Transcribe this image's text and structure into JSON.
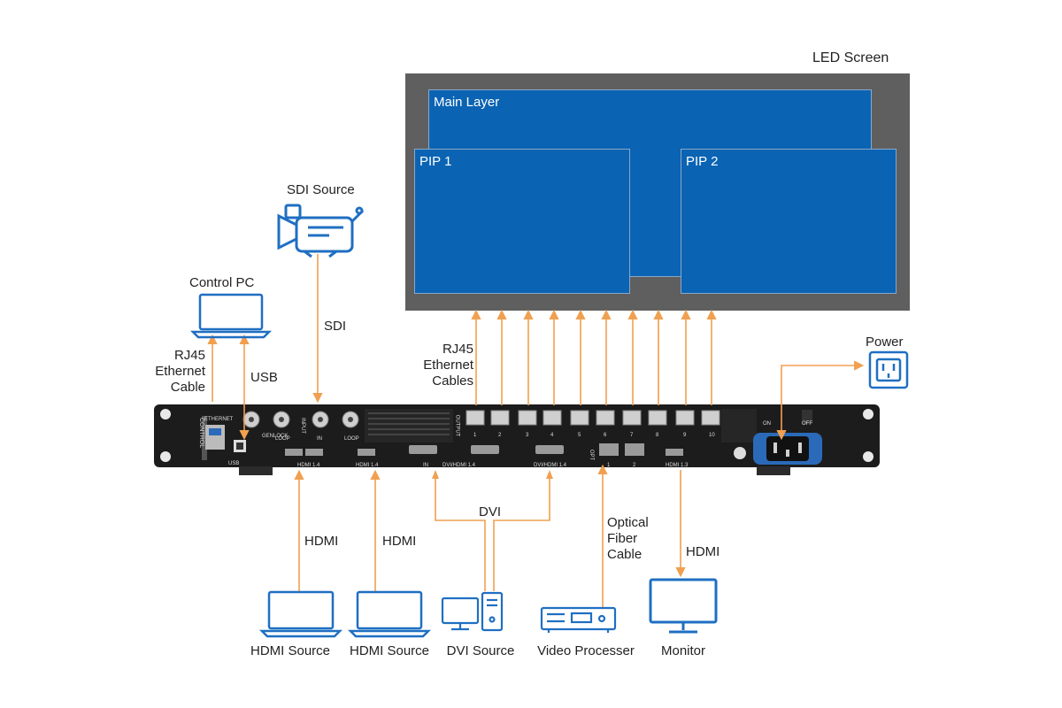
{
  "led_screen": {
    "title": "LED Screen",
    "layers": {
      "main": "Main Layer",
      "pip1": "PIP 1",
      "pip2": "PIP 2"
    }
  },
  "sources": {
    "sdi_source": "SDI Source",
    "control_pc": "Control PC",
    "power": "Power",
    "hdmi_source_1": "HDMI Source",
    "hdmi_source_2": "HDMI Source",
    "dvi_source": "DVI Source",
    "video_processer": "Video Processer",
    "monitor": "Monitor"
  },
  "cables": {
    "rj45_single": "RJ45 Ethernet Cable",
    "usb": "USB",
    "sdi": "SDI",
    "rj45_multi": "RJ45 Ethernet Cables",
    "hdmi_1": "HDMI",
    "hdmi_2": "HDMI",
    "dvi": "DVI",
    "optical": "Optical Fiber Cable",
    "hdmi_monitor": "HDMI"
  },
  "panel_labels": {
    "control": "CONTROL",
    "ethernet": "ETHERNET",
    "usb": "USB",
    "input": "INPUT",
    "genlock": "GENLOCK",
    "loop": "LOOP",
    "in": "IN",
    "hdmi14_1": "HDMI 1.4",
    "hdmi14_2": "HDMI 1.4",
    "dvi_in": "IN",
    "dvi_hdmi": "DVI/HDMI 1.4",
    "dvi_hdmi_2": "DVI/HDMI 1.4",
    "output": "OUTPUT",
    "opt": "OPT",
    "hdmi13": "HDMI 1.3",
    "on": "ON",
    "off": "OFF",
    "port_numbers": [
      "1",
      "2",
      "3",
      "4",
      "5",
      "6",
      "7",
      "8",
      "9",
      "10"
    ],
    "opt_numbers": [
      "1",
      "2"
    ]
  },
  "colors": {
    "cable": "#f0a050",
    "icon": "#1f6fc2",
    "screen_blue": "#0b63b3",
    "screen_frame": "#5f5f5f",
    "chassis": "#1c1c1c"
  }
}
